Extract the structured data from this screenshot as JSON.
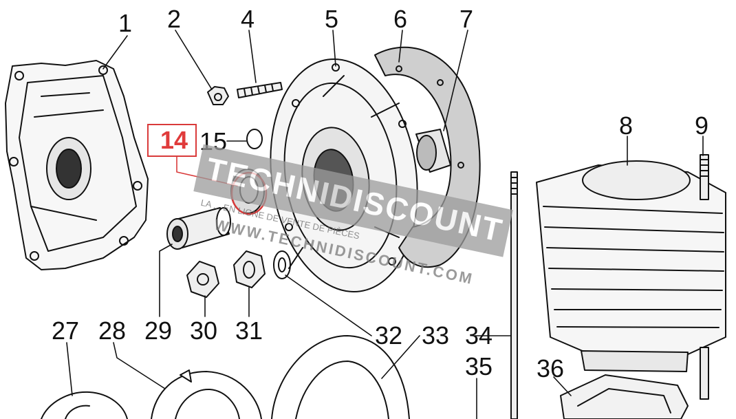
{
  "diagram": {
    "labels": [
      "1",
      "2",
      "4",
      "5",
      "6",
      "7",
      "8",
      "9",
      "15",
      "27",
      "28",
      "29",
      "30",
      "31",
      "32",
      "33",
      "34",
      "35",
      "36"
    ],
    "highlighted_label": "14",
    "highlight_color": "#e03b3b"
  },
  "watermark": {
    "brand": "TECHNIDISCOUNT",
    "url": "WWW.TECHNIDISCOUNT.COM",
    "tagline": "LA ... EN LIGNE DE VENTE DE PIÈCES",
    "color": "#8a8a8a"
  }
}
